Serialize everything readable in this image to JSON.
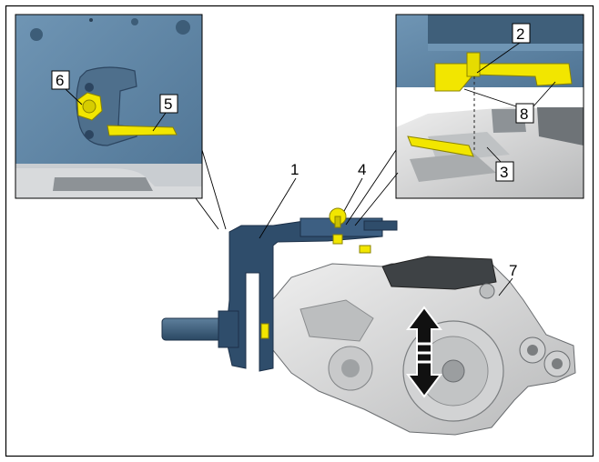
{
  "callouts": {
    "c1": "1",
    "c2": "2",
    "c3": "3",
    "c4": "4",
    "c5": "5",
    "c6": "6",
    "c7": "7",
    "c8": "8"
  },
  "colors": {
    "panel_blue": "#5f86a6",
    "panel_dark": "#3f5f7a",
    "bracket_blue": "#2f4d6b",
    "highlight_yellow": "#f2e600",
    "casing_grey": "#d9dadb",
    "frame": "#000000"
  },
  "icons": {
    "movement": "double-arrow-vertical-icon"
  }
}
